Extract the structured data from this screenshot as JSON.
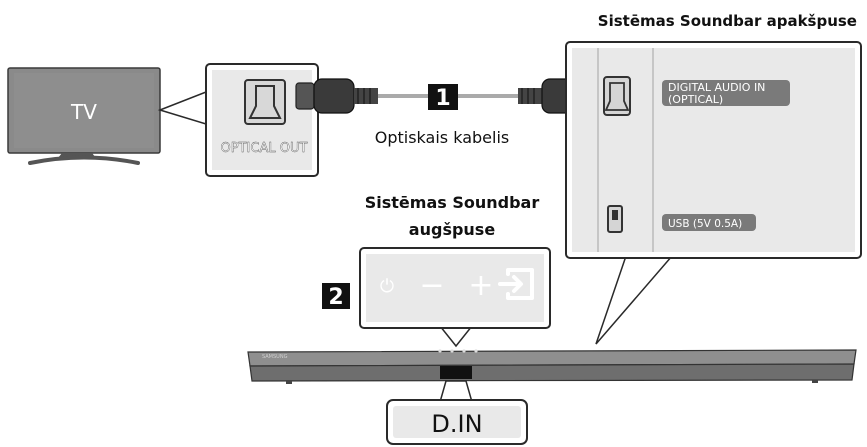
{
  "tv": {
    "label": "TV"
  },
  "tv_port": {
    "label": "OPTICAL OUT"
  },
  "cable": {
    "label": "Optiskais kabelis",
    "step": "1"
  },
  "bottom_panel": {
    "title": "Sistēmas Soundbar apakšpuse",
    "optical_port_label_line1": "DIGITAL AUDIO IN",
    "optical_port_label_line2": "(OPTICAL)",
    "usb_label": "USB (5V 0.5A)"
  },
  "top_panel": {
    "title_line1": "Sistēmas Soundbar",
    "title_line2": "augšpuse",
    "step": "2",
    "buttons": [
      {
        "name": "power",
        "glyph": "⏻"
      },
      {
        "name": "volume-down",
        "glyph": "−"
      },
      {
        "name": "volume-up",
        "glyph": "+"
      },
      {
        "name": "source",
        "glyph": "source"
      }
    ]
  },
  "soundbar": {
    "brand": "SAMSUNG"
  },
  "display": {
    "text": "D.IN"
  },
  "colors": {
    "panel": "#e9e9e9",
    "panel_border": "#2a2a2a",
    "tag_bg": "#7a7a7a",
    "soundbar": "#6e6e6e"
  }
}
